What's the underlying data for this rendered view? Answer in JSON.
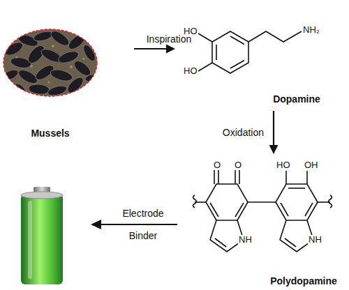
{
  "diagram": {
    "nodes": [
      {
        "text": [
          "Mussels"
        ]
      },
      {
        "text": [
          "HO",
          "HO",
          "NH₂",
          "Dopamine"
        ]
      },
      {
        "text": [
          "O",
          "O",
          "HO",
          "OH",
          "NH",
          "NH",
          "Polydopamine"
        ]
      }
    ],
    "edges": [
      {
        "from": 0,
        "to": 1,
        "arrow": "to",
        "label": "Inspiration"
      },
      {
        "from": 1,
        "to": 2,
        "arrow": "to",
        "label": "Oxidation"
      }
    ],
    "labels": [
      "Electrode",
      "Binder"
    ]
  }
}
